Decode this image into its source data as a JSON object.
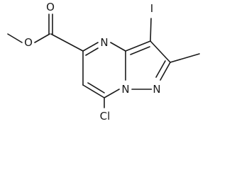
{
  "atoms": {
    "o_methoxy": "O",
    "o_carbonyl": "O",
    "n_ring_upper": "N",
    "n_bridgehead": "N",
    "n_pyrazole": "N",
    "iodine": "I",
    "chlorine": "Cl"
  }
}
